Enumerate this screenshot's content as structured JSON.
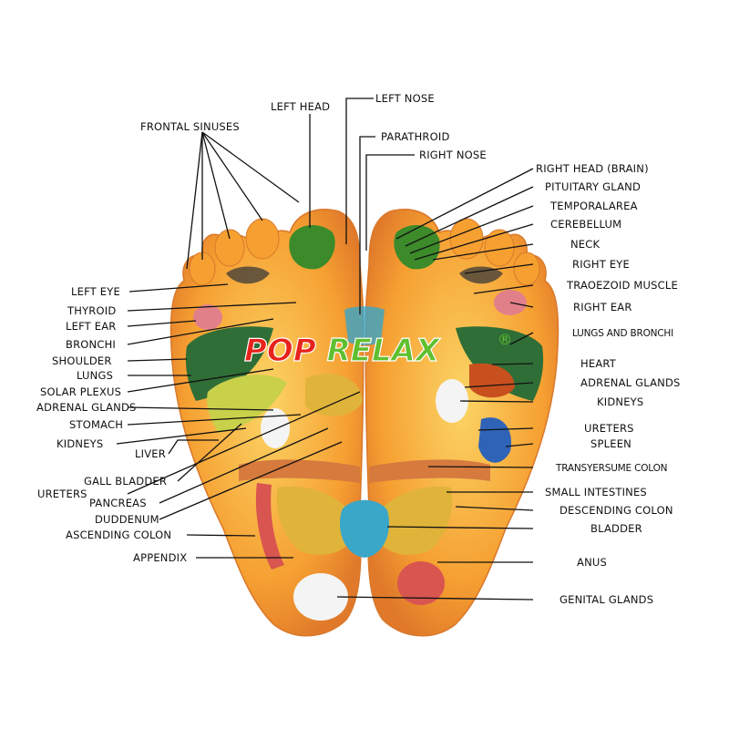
{
  "brand": {
    "text": "POP RELAX",
    "mark": "®",
    "color_left": "#e8231c",
    "color_right": "#5fbf2f",
    "outline": "#ffffff"
  },
  "colors": {
    "foot": "#f6a032",
    "foot_light": "#fbd566",
    "foot_edge": "#d9782a",
    "lung": "#2f6e36",
    "brain": "#3c8a2a",
    "kidney": "#f4f4f4",
    "spleen": "#2f63b8",
    "bladder": "#3aa6c8",
    "colon": "#d67a3e",
    "intestine": "#e0b43a",
    "ear": "#e2808a",
    "heart": "#c8501e",
    "liver": "#c9d04a"
  },
  "labels": {
    "frontal_sinuses": "FRONTAL SINUSES",
    "left_head": "LEFT HEAD",
    "left_nose": "LEFT NOSE",
    "parathroid": "PARATHROID",
    "right_nose": "RIGHT NOSE",
    "right_head": "RIGHT HEAD (BRAIN)",
    "pituitary": "PITUITARY GLAND",
    "temporal": "TEMPORALAREA",
    "cerebellum": "CEREBELLUM",
    "neck": "NECK",
    "right_eye": "RIGHT EYE",
    "traoezoid": "TRAOEZOID MUSCLE",
    "right_ear": "RIGHT EAR",
    "lungs_bronchi": "LUNGS AND BRONCHI",
    "heart": "HEART",
    "adrenal_right": "ADRENAL GLANDS",
    "kidneys_right": "KIDNEYS",
    "ureters_right": "URETERS",
    "spleen": "SPLEEN",
    "transverse_colon": "TRANSYERSUME COLON",
    "small_intestines": "SMALL INTESTINES",
    "descending_colon": "DESCENDING COLON",
    "bladder": "BLADDER",
    "anus": "ANUS",
    "genital": "GENITAL GLANDS",
    "left_eye": "LEFT EYE",
    "thyroid": "THYROID",
    "left_ear": "LEFT EAR",
    "bronchi": "BRONCHI",
    "shoulder": "SHOULDER",
    "lungs": "LUNGS",
    "solar_plexus": "SOLAR PLEXUS",
    "adrenal_left": "ADRENAL GLANDS",
    "stomach": "STOMACH",
    "kidneys_left": "KIDNEYS",
    "liver": "LIVER",
    "gall_bladder": "GALL BLADDER",
    "ureters_left": "URETERS",
    "pancreas": "PANCREAS",
    "duodenum": "DUDDENUM",
    "ascending_colon": "ASCENDING COLON",
    "appendix": "APPENDIX"
  }
}
